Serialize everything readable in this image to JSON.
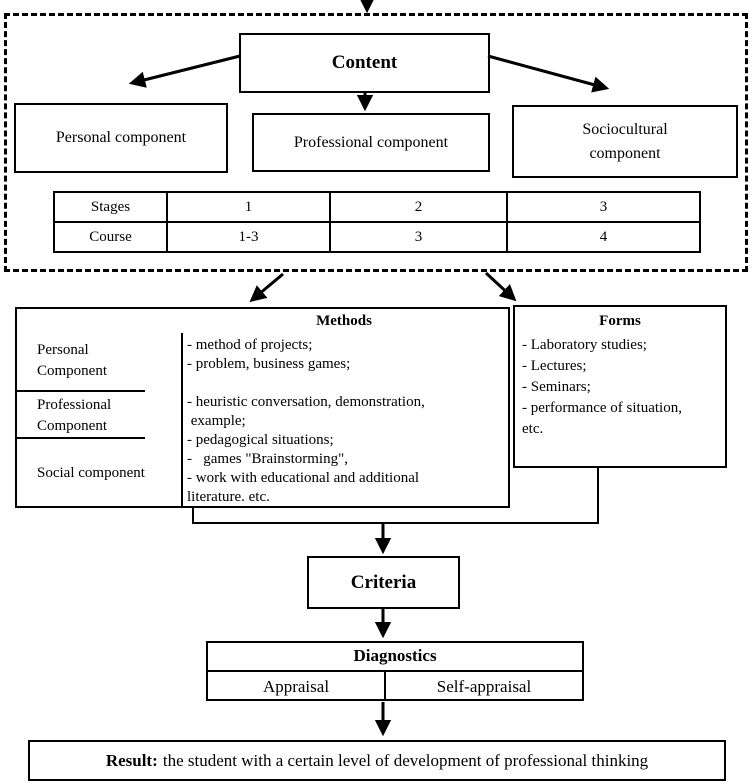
{
  "diagram": {
    "content_label": "Content",
    "components": {
      "personal": "Personal component",
      "professional": "Professional component",
      "sociocultural": "Sociocultural component"
    },
    "table": {
      "r1": {
        "h": "Stages",
        "c1": "1",
        "c2": "2",
        "c3": "3"
      },
      "r2": {
        "h": "Course",
        "c1": "1-3",
        "c2": "3",
        "c3": "4"
      }
    },
    "methods": {
      "title": "Methods",
      "labels": {
        "l1": "Personal Component",
        "l2": "Professional Component",
        "l3": "Social component"
      },
      "lines": [
        "- method of projects;",
        "- problem, business games;",
        "- heuristic conversation, demonstration,",
        " example;",
        "- pedagogical situations;",
        "-   games \"Brainstorming\",",
        "- work with educational and additional",
        "literature. etc."
      ]
    },
    "forms": {
      "title": "Forms",
      "lines": [
        "- Laboratory studies;",
        "- Lectures;",
        "- Seminars;",
        "- performance of situation,",
        "etc."
      ]
    },
    "criteria_label": "Criteria",
    "diagnostics": {
      "title": "Diagnostics",
      "cell1": "Appraisal",
      "cell2": "Self-appraisal"
    },
    "result": {
      "label": "Result:",
      "text": "the student with a certain level of development of professional thinking"
    }
  }
}
